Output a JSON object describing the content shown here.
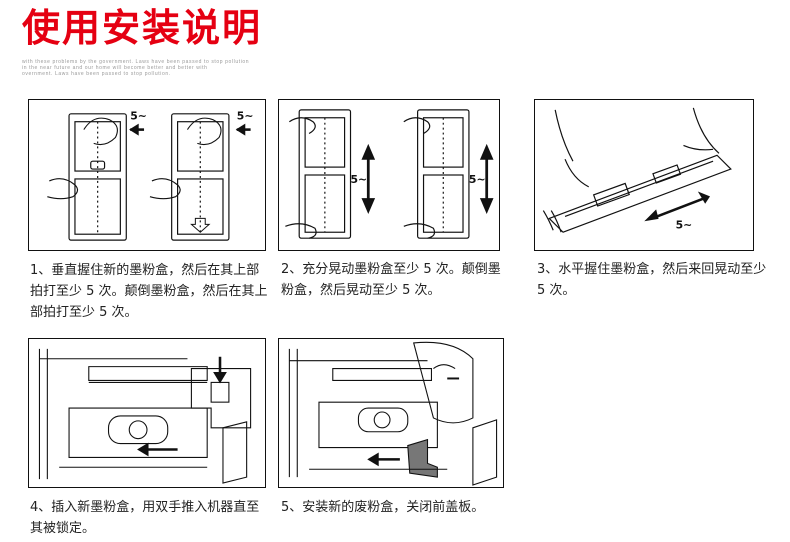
{
  "header": {
    "title": "使用安装说明",
    "subtitle_lines": [
      "with these problems by the government. Laws have been passed to stop pollution",
      "in the near future and our home will become better and better with",
      "overnment. Laws have been passed to stop pollution."
    ]
  },
  "steps": [
    {
      "caption": "1、垂直握住新的墨粉盒，然后在其上部拍打至少 5 次。颠倒墨粉盒，然后在其上部拍打至少 5 次。",
      "labels": [
        "5~",
        "5~"
      ]
    },
    {
      "caption": "2、充分晃动墨粉盒至少 5 次。颠倒墨粉盒，然后晃动至少 5 次。",
      "labels": [
        "5~",
        "5~"
      ]
    },
    {
      "caption": "3、水平握住墨粉盒，然后来回晃动至少 5 次。",
      "labels": [
        "5~"
      ]
    },
    {
      "caption": "4、插入新墨粉盒，用双手推入机器直至其被锁定。",
      "labels": []
    },
    {
      "caption": "5、安装新的废粉盒，关闭前盖板。",
      "labels": []
    }
  ]
}
